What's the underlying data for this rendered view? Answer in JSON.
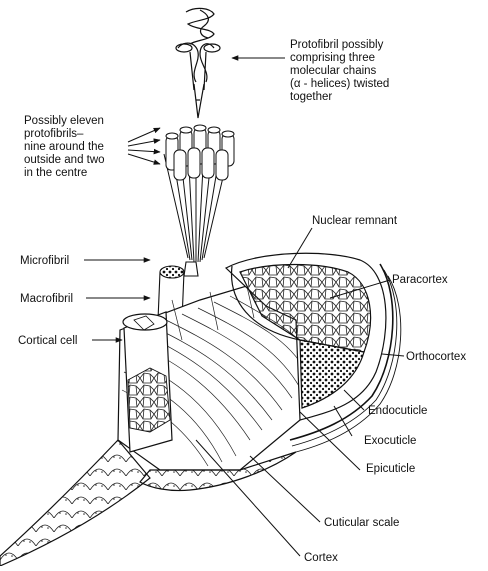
{
  "diagram": {
    "labels": {
      "protofibril": [
        "Protofibril possibly",
        "comprising three",
        "molecular chains",
        "(α - helices) twisted",
        "together"
      ],
      "eleven": [
        "Possibly eleven",
        "protofibrils–",
        "nine around the",
        "outside and two",
        "in the centre"
      ],
      "nuclear": "Nuclear remnant",
      "paracortex": "Paracortex",
      "orthocortex": "Orthocortex",
      "microfibril": "Microfibril",
      "macrofibril": "Macrofibril",
      "cortical": "Cortical cell",
      "endocuticle": "Endocuticle",
      "exocuticle": "Exocuticle",
      "epicuticle": "Epicuticle",
      "scale": "Cuticular scale",
      "cortex": "Cortex"
    }
  }
}
